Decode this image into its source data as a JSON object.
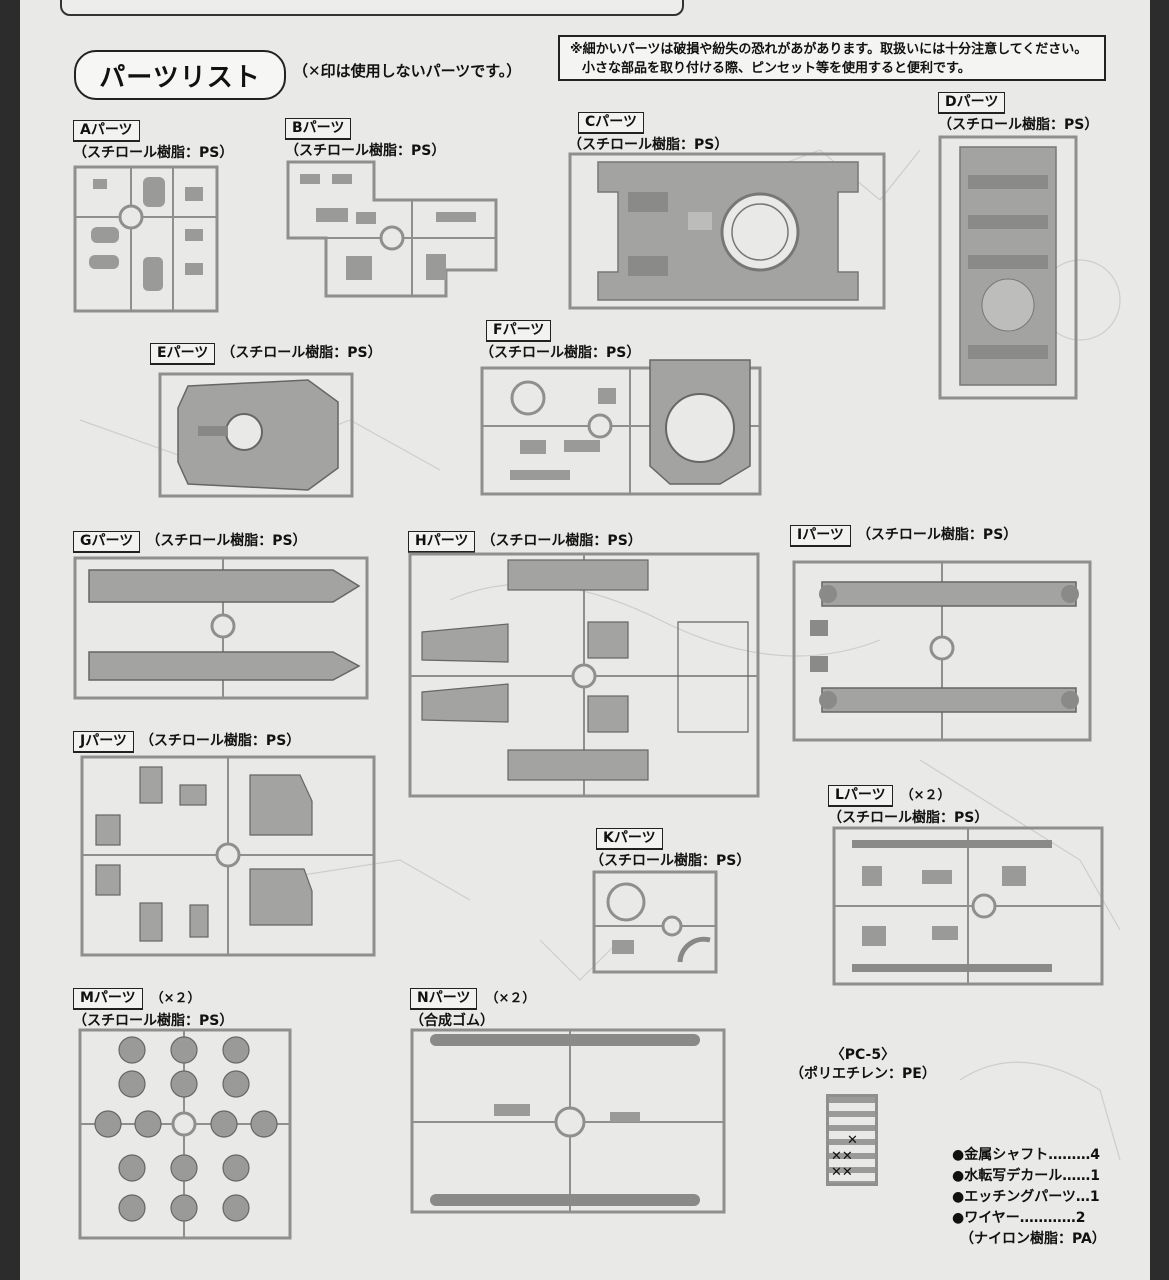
{
  "header": {
    "title": "パーツリスト",
    "note": "（✕印は使用しないパーツです。）",
    "warning_line1": "※細かいパーツは破損や紛失の恐れがあがあります。取扱いには十分注意してください。",
    "warning_line2": "小さな部品を取り付ける際、ピンセット等を使用すると便利です。"
  },
  "parts": {
    "A": {
      "tag": "Aパーツ",
      "material": "（スチロール樹脂：PS）"
    },
    "B": {
      "tag": "Bパーツ",
      "material": "（スチロール樹脂：PS）"
    },
    "C": {
      "tag": "Cパーツ",
      "material": "（スチロール樹脂：PS）"
    },
    "D": {
      "tag": "Dパーツ",
      "material": "（スチロール樹脂：PS）"
    },
    "E": {
      "tag": "Eパーツ",
      "material": "（スチロール樹脂：PS）"
    },
    "F": {
      "tag": "Fパーツ",
      "material": "（スチロール樹脂：PS）"
    },
    "G": {
      "tag": "Gパーツ",
      "material": "（スチロール樹脂：PS）"
    },
    "H": {
      "tag": "Hパーツ",
      "material": "（スチロール樹脂：PS）"
    },
    "I": {
      "tag": "Iパーツ",
      "material": "（スチロール樹脂：PS）"
    },
    "J": {
      "tag": "Jパーツ",
      "material": "（スチロール樹脂：PS）"
    },
    "K": {
      "tag": "Kパーツ",
      "material": "（スチロール樹脂：PS）"
    },
    "L": {
      "tag": "Lパーツ",
      "mult": "（×２）",
      "material": "（スチロール樹脂：PS）"
    },
    "M": {
      "tag": "Mパーツ",
      "mult": "（×２）",
      "material": "（スチロール樹脂：PS）"
    },
    "N": {
      "tag": "Nパーツ",
      "mult": "（×２）",
      "material": "（合成ゴム）"
    }
  },
  "pc5": {
    "name": "〈PC-5〉",
    "material": "（ポリエチレン：PE）",
    "unused_marks": [
      "✕",
      "✕✕",
      "✕✕"
    ]
  },
  "accessories": [
    "●金属シャフト………4",
    "●水転写デカール……1",
    "●エッチングパーツ…1",
    "●ワイヤー…………2",
    "（ナイロン樹脂：PA）"
  ],
  "colors": {
    "page": "#e9e9e7",
    "sprue": "#8f8f8f",
    "part": "#9a9a98",
    "ink": "#222222"
  }
}
